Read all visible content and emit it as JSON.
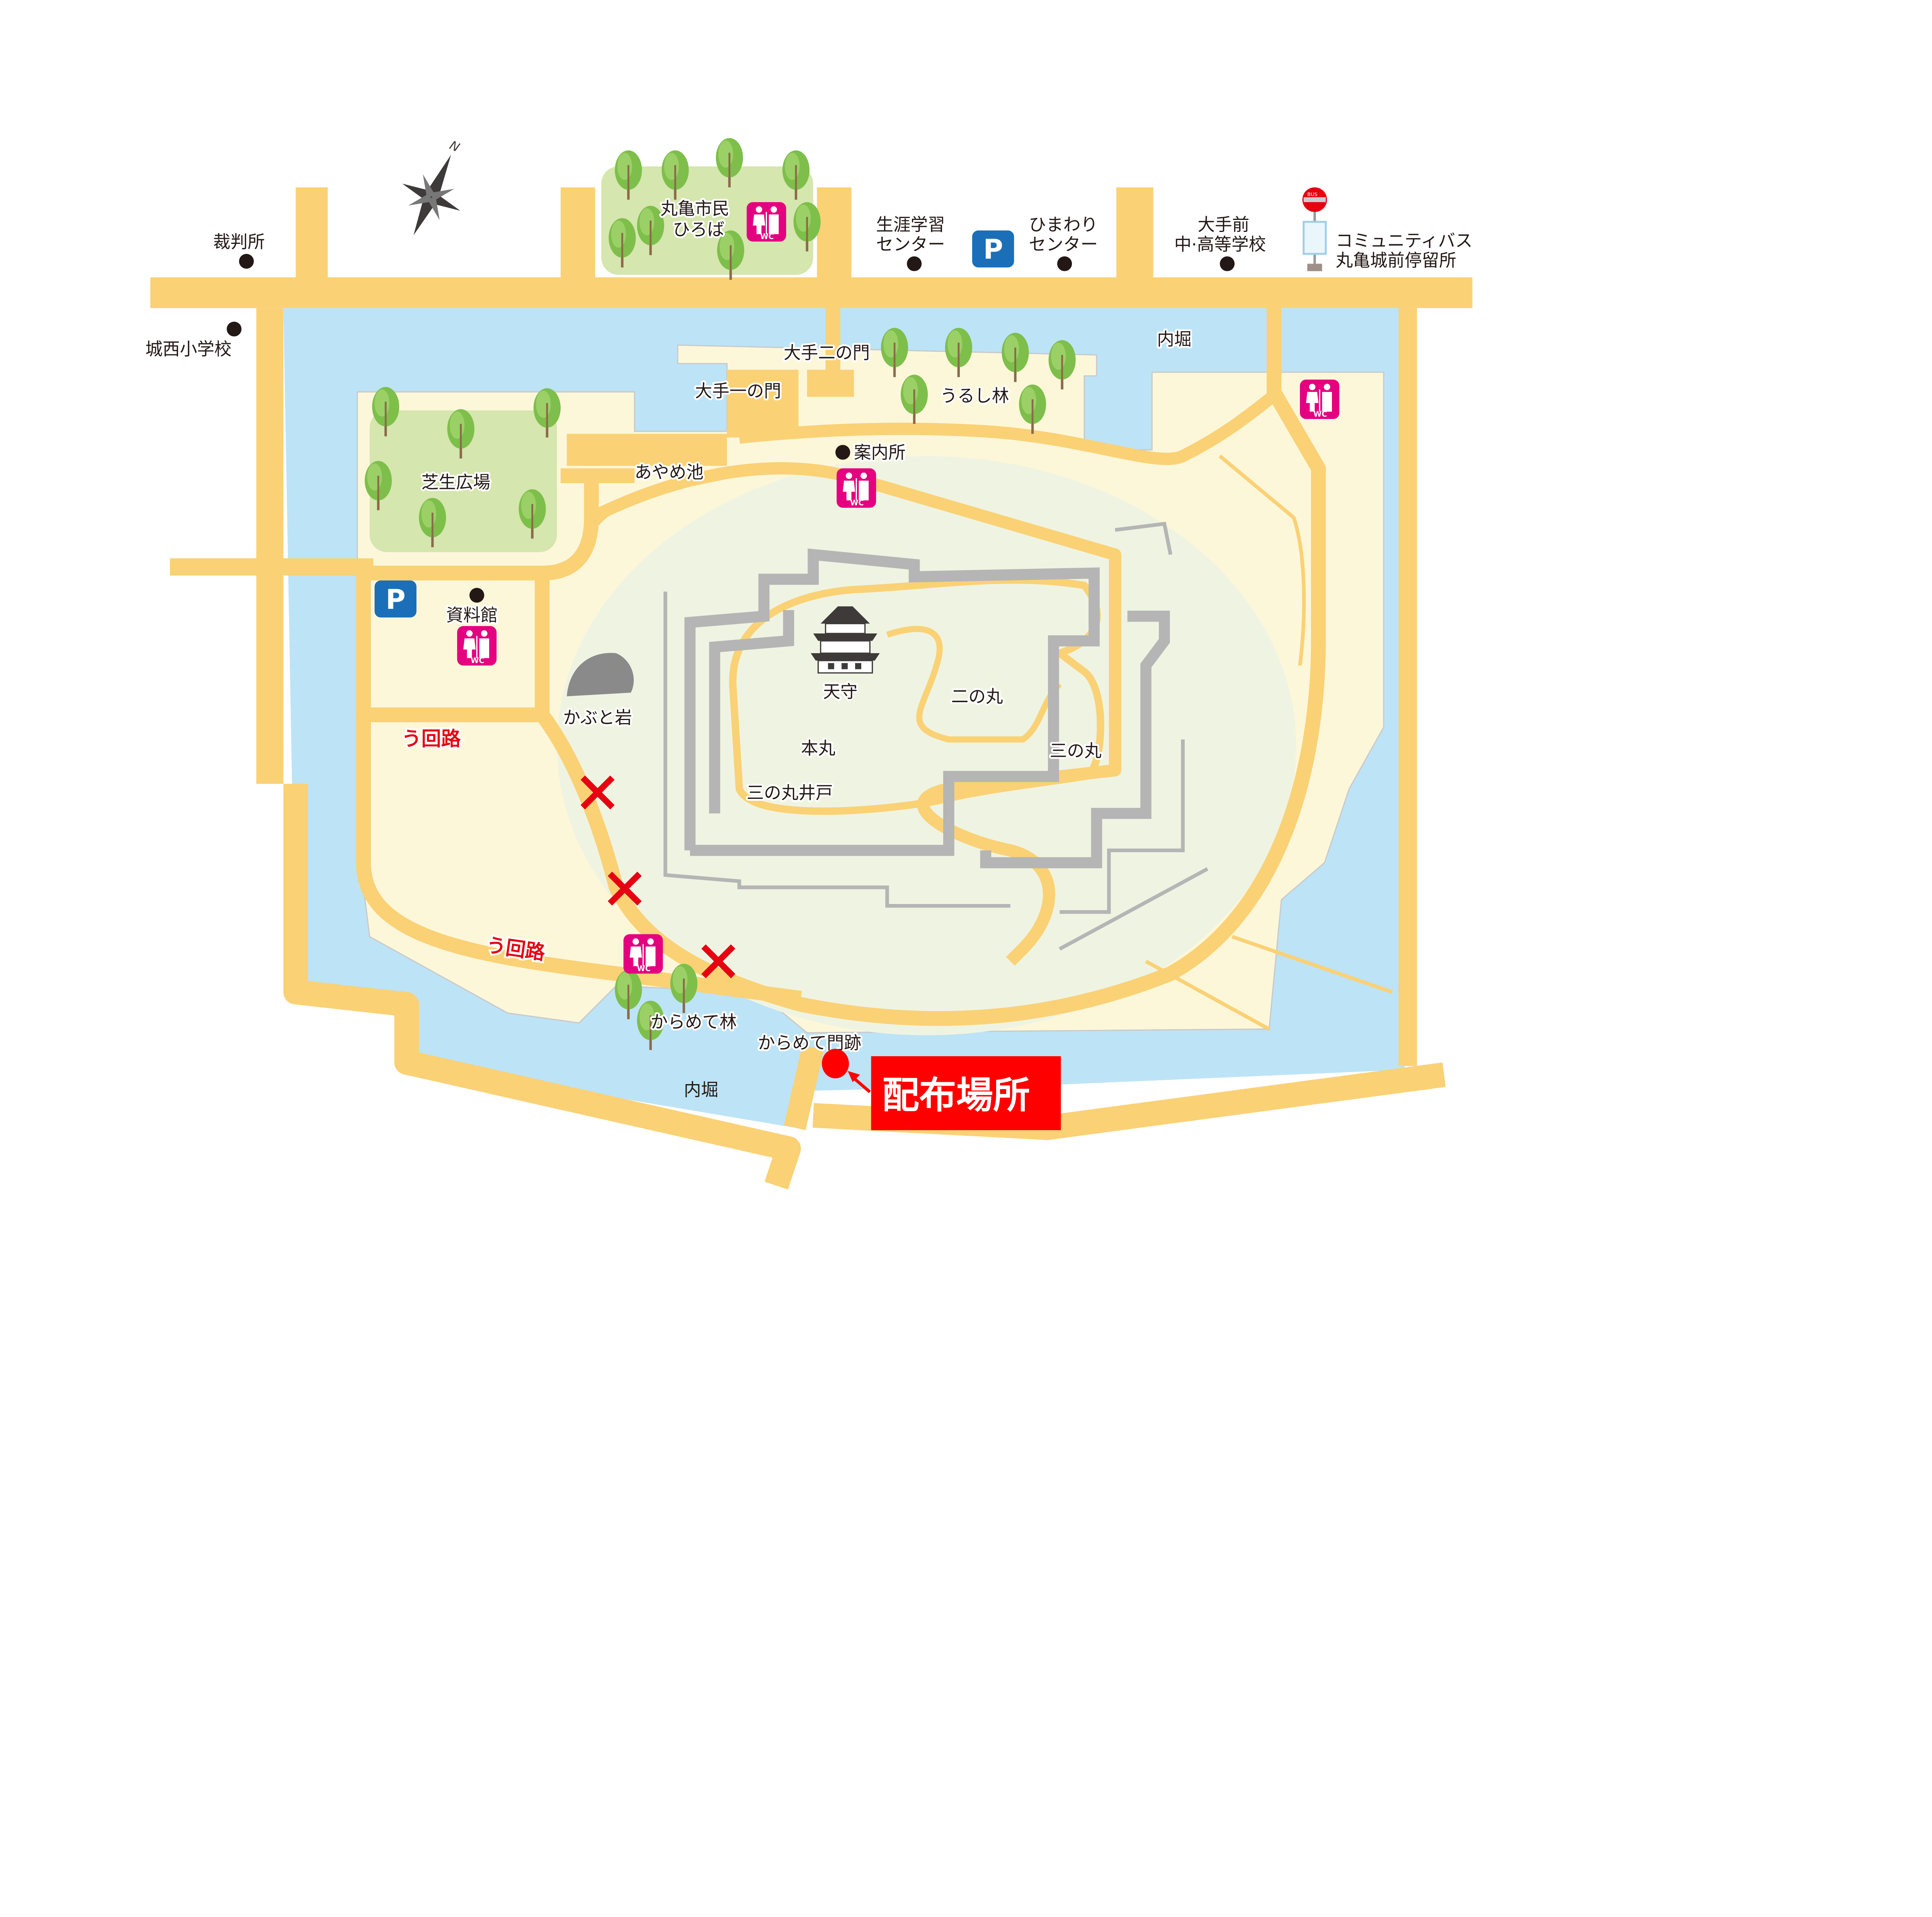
{
  "colors": {
    "road": "#FAD175",
    "moat": "#BDE3F6",
    "grounds": "#FDF7DA",
    "inner_park": "#EFF4E2",
    "lawn": "#D5E6AE",
    "wall": "#B5B5B5",
    "wc": "#E4007F",
    "parking": "#1A6FB8",
    "detour_text": "#E60012",
    "closed_mark": "#E60012",
    "distribution_marker": "#FF0000"
  },
  "icons": {
    "wc": "WC",
    "parking": "P",
    "compass_north": "N",
    "bus_stop": "BUS",
    "closed": "x-mark",
    "tree": "tree",
    "castle_keep": "castle"
  },
  "labels": {
    "courthouse": "裁判所",
    "josei_elementary": "城西小学校",
    "shimin_hiroba_1": "丸亀市民",
    "shimin_hiroba_2": "ひろば",
    "lifelong_1": "生涯学習",
    "lifelong_2": "センター",
    "himawari_1": "ひまわり",
    "himawari_2": "センター",
    "otemae_1": "大手前",
    "otemae_2": "中·高等学校",
    "bus_1": "コミュニティバス",
    "bus_2": "丸亀城前停留所",
    "uchibori_north": "内堀",
    "ote_ninomon": "大手二の門",
    "ote_ichinomon": "大手一の門",
    "urushi_forest": "うるし林",
    "lawn_plaza": "芝生広場",
    "ayame_pond": "あやめ池",
    "information": "案内所",
    "museum": "資料館",
    "kabuto_rock": "かぶと岩",
    "tenshu": "天守",
    "ninomaru": "二の丸",
    "honmaru": "本丸",
    "sannomaru": "三の丸",
    "sannomaru_well": "三の丸井戸",
    "detour_1": "う回路",
    "detour_2": "う回路",
    "karamete_forest": "からめて林",
    "karamete_gate": "からめて門跡",
    "uchibori_south": "内堀"
  },
  "distribution": {
    "label": "配布場所"
  }
}
